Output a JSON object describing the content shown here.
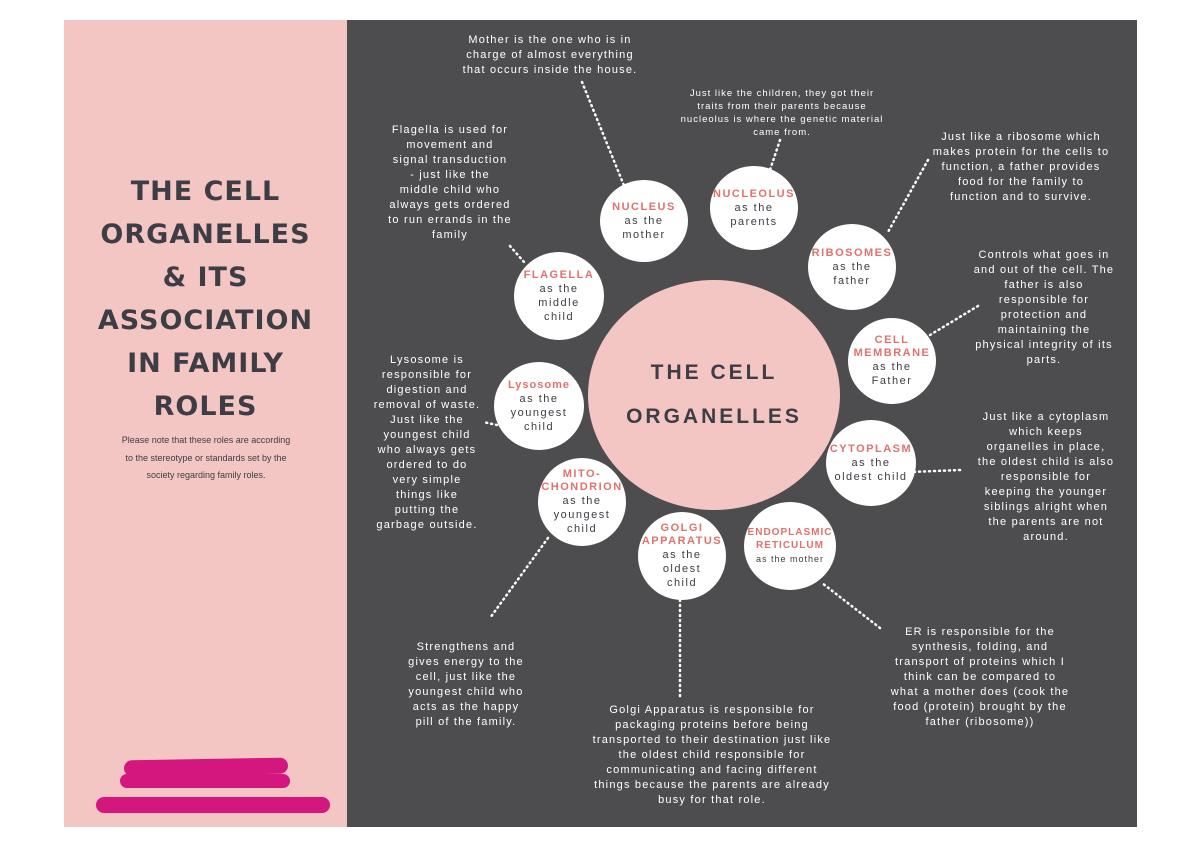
{
  "title": "THE CELL ORGANELLES & ITS ASSOCIATION IN FAMILY ROLES",
  "title_lines": [
    "THE CELL",
    "ORGANELLES",
    "& ITS",
    "ASSOCIATION",
    "IN FAMILY",
    "ROLES"
  ],
  "note": "Please note that these roles are according to the stereotype or standards set by the society regarding family roles.",
  "colors": {
    "left_panel": "#f4c6c3",
    "right_panel": "#4d4d4f",
    "accent_text": "#e0726e",
    "title_text": "#3d3d45",
    "scribble": "#d4167f"
  },
  "center": {
    "label": "THE CELL\nORGANELLES"
  },
  "organelles": {
    "nucleus": {
      "name": "NUCLEUS",
      "role": "as the\nmother",
      "description": "Mother is the one who is in\ncharge of almost everything\nthat occurs inside the house."
    },
    "nucleolus": {
      "name": "NUCLEOLUS",
      "role": "as the\nparents",
      "description": "Just like the children, they got their\ntraits from their parents because\nnucleolus is where the genetic material\ncame from."
    },
    "ribosomes": {
      "name": "RIBOSOMES",
      "role": "as the\nfather",
      "description": "Just like a ribosome which\nmakes protein for the cells to\nfunction, a father provides\nfood for the family to\nfunction and to survive."
    },
    "cell_membrane": {
      "name": "CELL\nMEMBRANE",
      "role": "as the\nFather",
      "description": "Controls what goes in\nand out of the cell. The\nfather is also\nresponsible for\nprotection and\nmaintaining the\nphysical integrity of its\nparts."
    },
    "cytoplasm": {
      "name": "CYTOPLASM",
      "role": "as the\noldest child",
      "description": "Just like a cytoplasm\nwhich keeps\norganelles in place,\nthe oldest child is also\nresponsible for\nkeeping the younger\nsiblings alright when\nthe parents are not\naround."
    },
    "endoplasmic_reticulum": {
      "name": "ENDOPLASMIC\nRETICULUM",
      "role": "as the mother",
      "description": "ER is responsible for the\nsynthesis, folding, and\ntransport of proteins which I\nthink can be compared to\nwhat a mother does (cook the\nfood (protein) brought by the\nfather (ribosome))"
    },
    "golgi": {
      "name": "GOLGI\nAPPARATUS",
      "role": "as the\noldest\nchild",
      "description": "Golgi Apparatus is responsible for\npackaging proteins before being\ntransported to their destination just like\nthe oldest child responsible for\ncommunicating and facing different\nthings because the parents are already\nbusy for that role."
    },
    "mitochondrion": {
      "name": "MITO-\nCHONDRION",
      "role": "as the\nyoungest\nchild",
      "description": "Strengthens and\ngives energy to the\ncell, just like the\nyoungest child who\nacts as the happy\npill of the family."
    },
    "lysosome": {
      "name": "Lysosome",
      "role": "as the\nyoungest\nchild",
      "description": "Lysosome is\nresponsible for\ndigestion and\nremoval of waste.\nJust like the\nyoungest child\nwho always gets\nordered to do\nvery simple\nthings like\nputting the\ngarbage outside."
    },
    "flagella": {
      "name": "FLAGELLA",
      "role": "as the\nmiddle\nchild",
      "description": "Flagella is used for\nmovement and\nsignal transduction\n- just like the\nmiddle child who\nalways gets ordered\nto run errands in the\nfamily"
    }
  }
}
